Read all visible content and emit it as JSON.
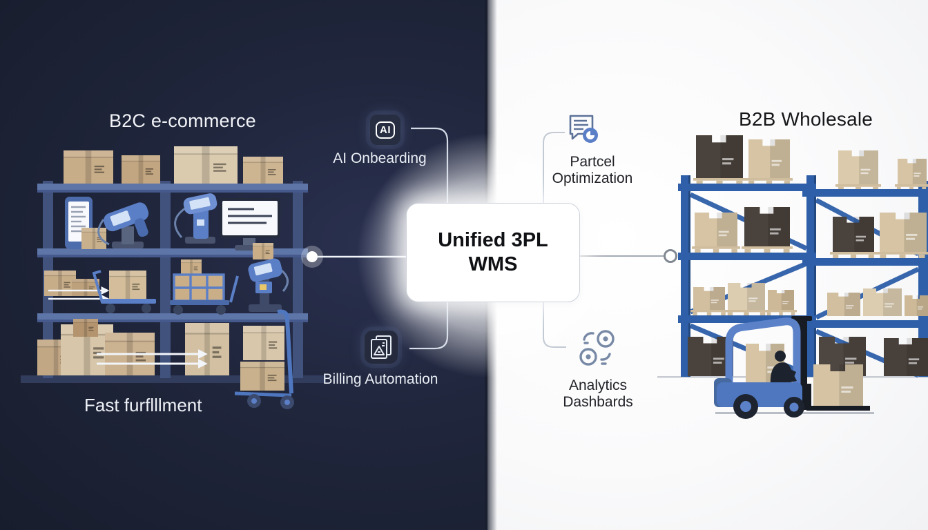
{
  "left_panel": {
    "title": "B2C e-commerce",
    "caption": "Fast furflllment"
  },
  "right_panel": {
    "title": "B2B Wholesale"
  },
  "center_box": {
    "title_lines": [
      "Unified 3PL",
      "WMS"
    ]
  },
  "features": {
    "ai_onboarding": {
      "label": "AI Onbearding",
      "icon": "ai-badge-icon",
      "glyph": "AI"
    },
    "billing_automation": {
      "label": "Billing Automation",
      "icon": "invoice-document-icon"
    },
    "parcel_optimization": {
      "label": "Partcel Optimization",
      "icon": "message-parcel-icon"
    },
    "analytics_dashboards": {
      "label": "Analytics Dashbards",
      "icon": "gears-icon"
    }
  },
  "colors": {
    "dark_background": "#20263c",
    "light_background": "#fafafb",
    "shelf_blue": "#5e75a8",
    "rack_blue": "#2e5fa8",
    "box_tan": "#d6c4a4",
    "box_dark": "#4a423c",
    "forklift_blue": "#4f77c0",
    "connector_light": "#e6ecf5",
    "connector_gray": "#a3aab3",
    "badge_blue": "#5b7fc7"
  }
}
